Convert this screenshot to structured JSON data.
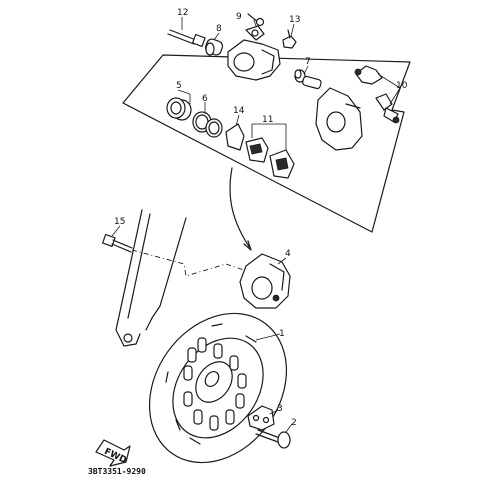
{
  "callouts": {
    "c1": "1",
    "c2": "2",
    "c3": "3",
    "c4": "4",
    "c5": "5",
    "c6": "6",
    "c7": "7",
    "c8": "8",
    "c9": "9",
    "c10": "10",
    "c11": "11",
    "c12": "12",
    "c13": "13",
    "c14": "14",
    "c15": "15"
  },
  "fwd_label": "FWD",
  "drawing_code": "3BT3351-9290"
}
